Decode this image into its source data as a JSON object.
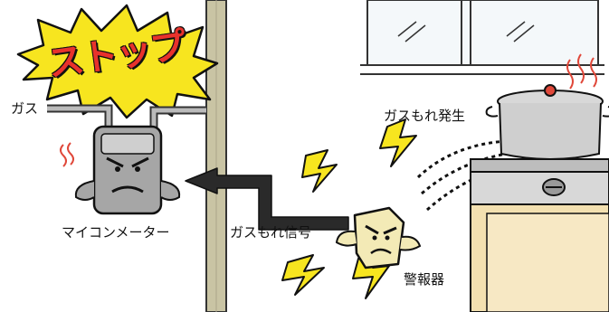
{
  "labels": {
    "stop": "ストップ",
    "gas": "ガス",
    "gas_leak": "ガスもれ発生",
    "meter": "マイコンメーター",
    "leak_signal": "ガスもれ信号",
    "alarm": "警報器"
  },
  "colors": {
    "burst_yellow": "#f7e51f",
    "stop_red": "#e8322c",
    "bolt_yellow": "#f7e51f",
    "outline": "#111111",
    "wall": "#c9c4a4",
    "meter_body": "#a6a6a6",
    "stove": "#d8d8d8",
    "cabinet": "#f3e0b0",
    "steam_red": "#e0483a"
  },
  "icons": [
    "explosion-burst-icon",
    "lightning-bolt-icon",
    "steam-icon",
    "arrow-left-icon"
  ]
}
